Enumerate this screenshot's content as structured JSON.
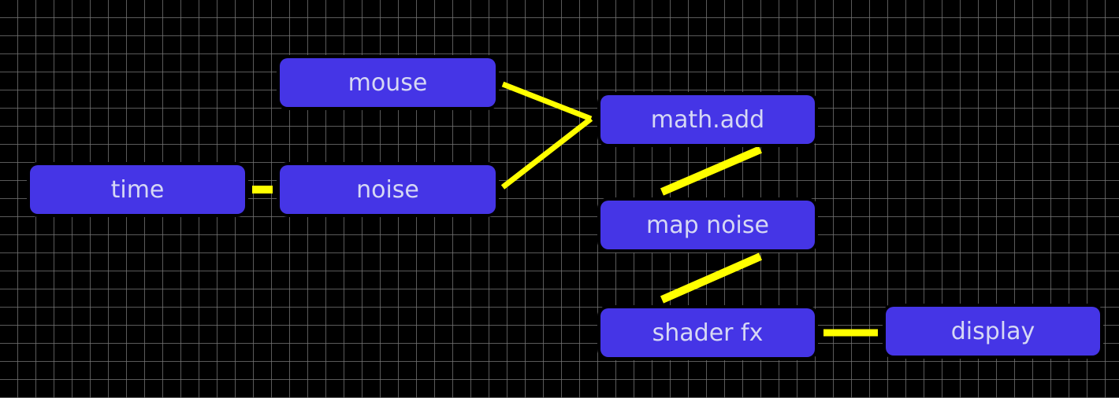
{
  "graph": {
    "nodes": {
      "mouse": {
        "label": "mouse"
      },
      "time": {
        "label": "time"
      },
      "noise": {
        "label": "noise"
      },
      "math_add": {
        "label": "math.add"
      },
      "map_noise": {
        "label": "map noise"
      },
      "shader_fx": {
        "label": "shader fx"
      },
      "display": {
        "label": "display"
      }
    },
    "connections": [
      {
        "from": "time",
        "to": "noise"
      },
      {
        "from": "mouse",
        "to": "math_add"
      },
      {
        "from": "noise",
        "to": "math_add"
      },
      {
        "from": "math_add",
        "to": "map_noise"
      },
      {
        "from": "map_noise",
        "to": "shader_fx"
      },
      {
        "from": "shader_fx",
        "to": "display"
      }
    ]
  },
  "colors": {
    "background": "#000000",
    "grid": "#787878",
    "node_fill": "#4535e6",
    "node_text": "#d6d8f4",
    "wire": "#ffff00"
  }
}
